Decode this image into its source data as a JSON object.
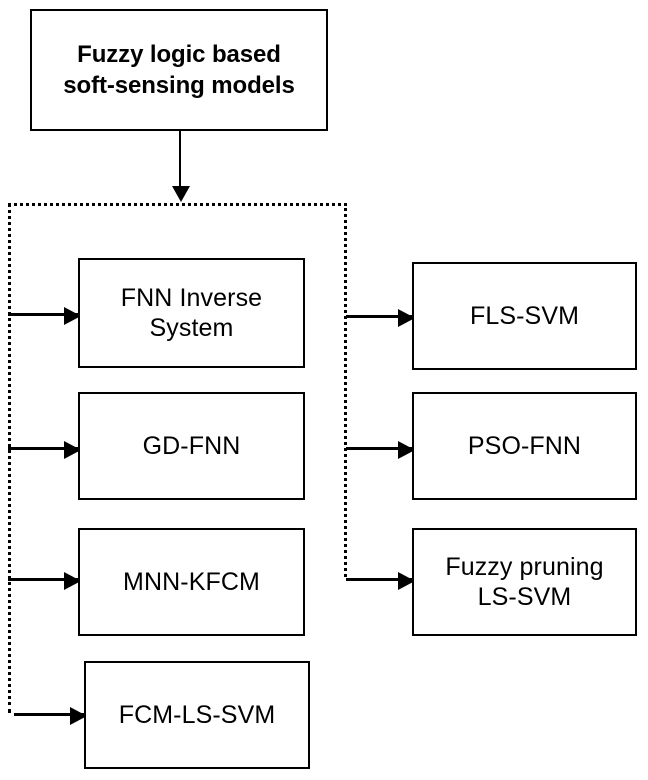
{
  "diagram": {
    "title": "Fuzzy logic based\nsoft-sensing models",
    "root_node": {
      "label": "Fuzzy logic based\nsoft-sensing models",
      "emphasis": "bold"
    },
    "group": {
      "name": "fuzzy-model-group",
      "border_style": "dotted",
      "border_color": "#000000",
      "sides": [
        "top",
        "left",
        "right"
      ]
    },
    "colors": {
      "background": "#ffffff",
      "stroke": "#000000",
      "text": "#000000"
    },
    "left_column": [
      {
        "id": "fnn-inverse-system",
        "label": "FNN Inverse\nSystem"
      },
      {
        "id": "gd-fnn",
        "label": "GD-FNN"
      },
      {
        "id": "mnn-kfcm",
        "label": "MNN-KFCM"
      },
      {
        "id": "fcm-ls-svm",
        "label": "FCM-LS-SVM"
      }
    ],
    "right_column": [
      {
        "id": "fls-svm",
        "label": "FLS-SVM"
      },
      {
        "id": "pso-fnn",
        "label": "PSO-FNN"
      },
      {
        "id": "fuzzy-pruning-ls-svm",
        "label": "Fuzzy pruning\nLS-SVM"
      }
    ],
    "connectors": [
      {
        "id": "root-to-group",
        "direction": "down",
        "from": "root_node",
        "to": "group"
      },
      {
        "id": "to-fnn-inverse-system",
        "direction": "right",
        "to": "fnn-inverse-system"
      },
      {
        "id": "to-gd-fnn",
        "direction": "right",
        "to": "gd-fnn"
      },
      {
        "id": "to-mnn-kfcm",
        "direction": "right",
        "to": "mnn-kfcm"
      },
      {
        "id": "to-fcm-ls-svm",
        "direction": "right",
        "to": "fcm-ls-svm"
      },
      {
        "id": "to-fls-svm",
        "direction": "right",
        "to": "fls-svm"
      },
      {
        "id": "to-pso-fnn",
        "direction": "right",
        "to": "pso-fnn"
      },
      {
        "id": "to-fuzzy-pruning-ls-svm",
        "direction": "right",
        "to": "fuzzy-pruning-ls-svm"
      }
    ]
  }
}
